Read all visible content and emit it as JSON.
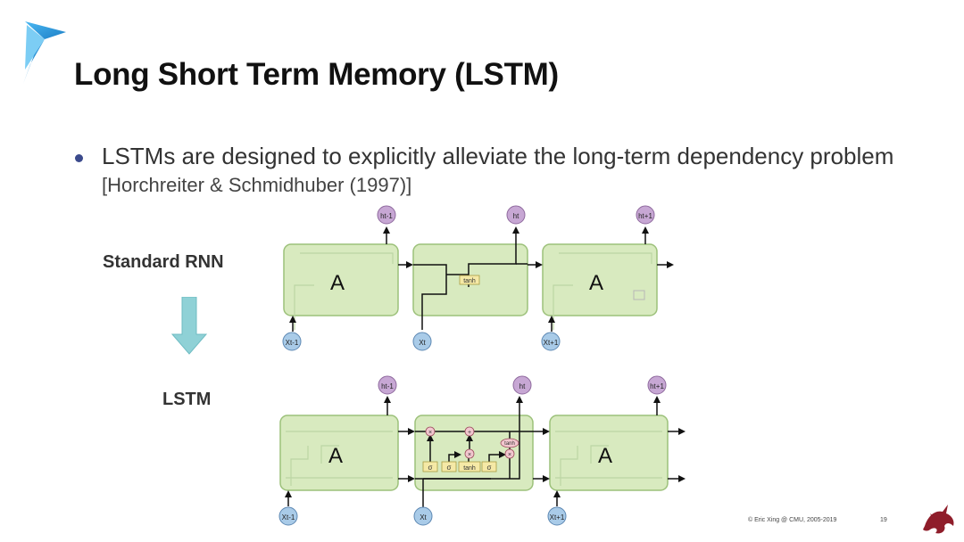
{
  "slide": {
    "title": "Long Short Term Memory (LSTM)",
    "bullet": {
      "text": "LSTMs are designed to explicitly alleviate the long-term dependency problem",
      "citation": "[Horchreiter & Schmidhuber (1997)]"
    },
    "labels": {
      "standard_rnn": "Standard RNN",
      "lstm": "LSTM"
    },
    "diagram": {
      "cell_label": "A",
      "rnn": {
        "inputs": [
          "Xt-1",
          "Xt",
          "Xt+1"
        ],
        "outputs": [
          "ht-1",
          "ht",
          "ht+1"
        ],
        "activation": "tanh"
      },
      "lstm": {
        "inputs": [
          "Xt-1",
          "Xt",
          "Xt+1"
        ],
        "outputs": [
          "ht-1",
          "ht",
          "ht+1"
        ],
        "gates": [
          "σ",
          "σ",
          "tanh",
          "σ"
        ],
        "ops": [
          "×",
          "+",
          "×",
          "×"
        ],
        "cell_tanh": "tanh"
      }
    },
    "footer": "© Eric Xing @ CMU, 2005-2019",
    "page_number": "19",
    "colors": {
      "cell_fill": "#d8eabf",
      "cell_stroke": "#9cc17a",
      "input_node": "#a9cbe8",
      "output_node": "#c7a7d4",
      "down_arrow": "#8fd1d6",
      "logo": "#3aa6e6",
      "dragon": "#8f1d2a"
    }
  }
}
